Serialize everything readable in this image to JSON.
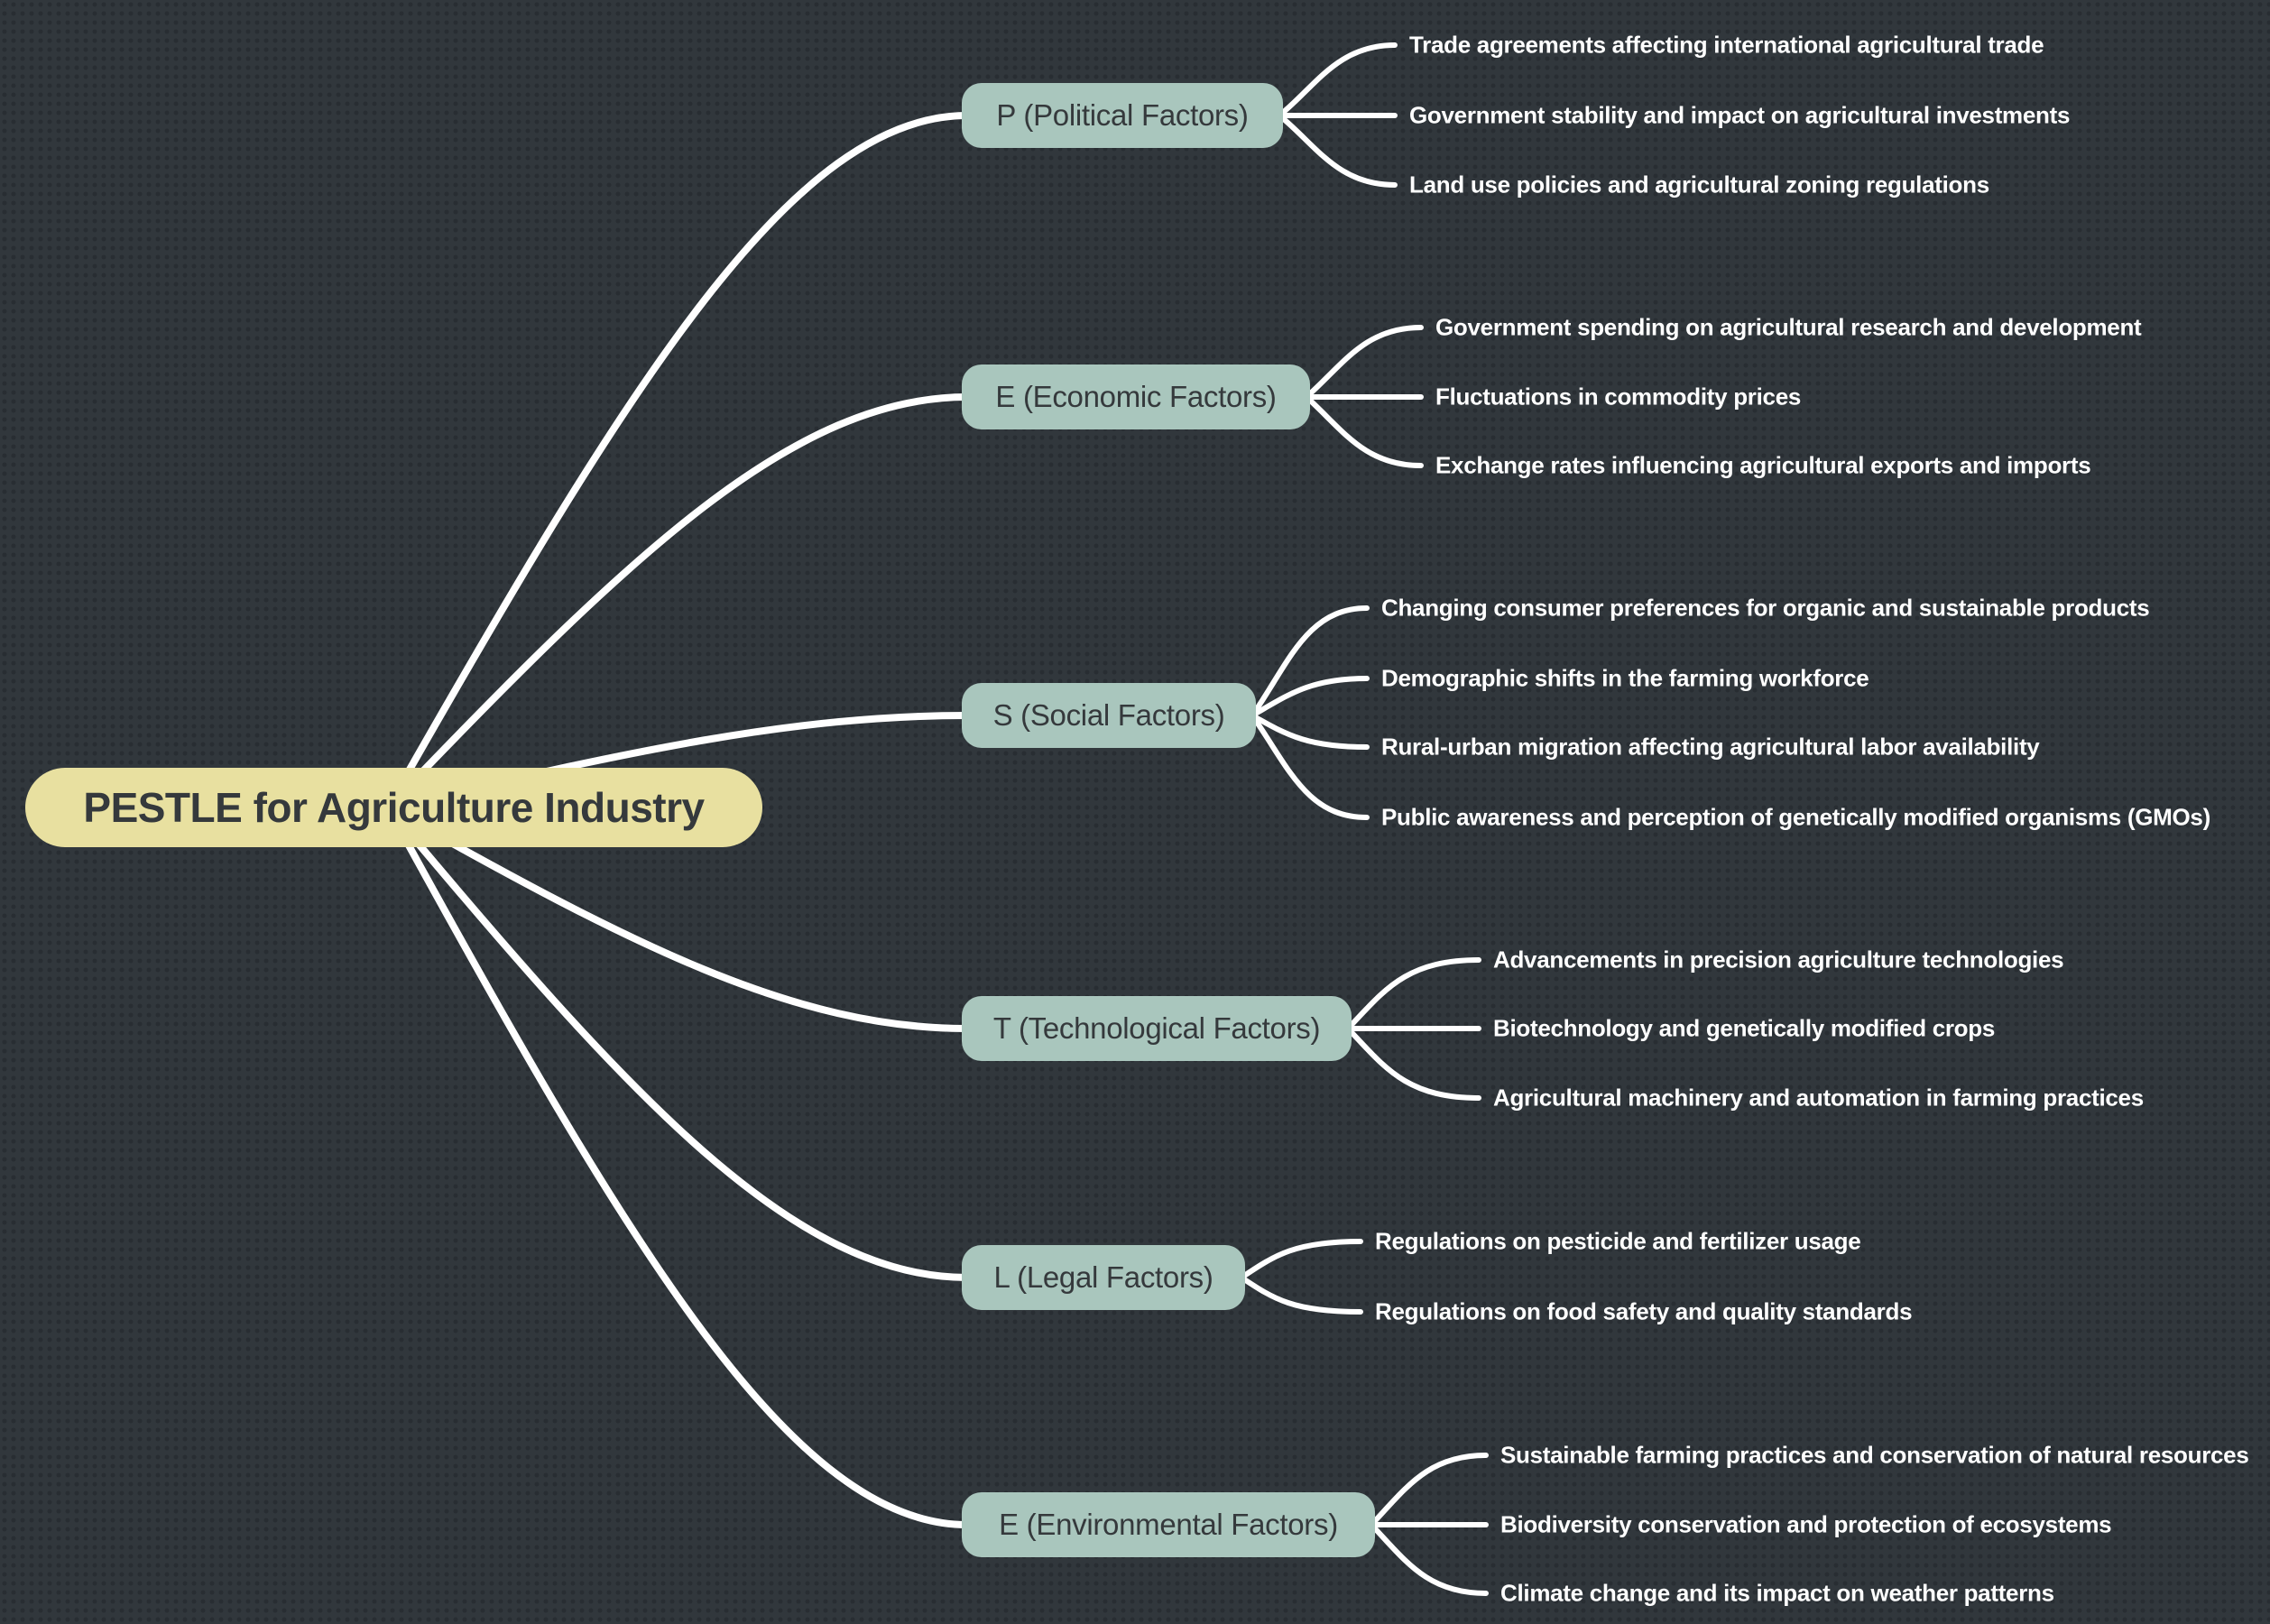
{
  "root": {
    "label": "PESTLE for Agriculture Industry"
  },
  "branches": [
    {
      "id": "political",
      "label": "P (Political Factors)",
      "children": [
        "Trade agreements affecting international agricultural trade",
        "Government stability and impact on agricultural investments",
        "Land use policies and agricultural zoning regulations"
      ]
    },
    {
      "id": "economic",
      "label": "E (Economic Factors)",
      "children": [
        "Government spending on agricultural research and development",
        "Fluctuations in commodity prices",
        "Exchange rates influencing agricultural exports and imports"
      ]
    },
    {
      "id": "social",
      "label": "S (Social Factors)",
      "children": [
        "Changing consumer preferences for organic and sustainable products",
        "Demographic shifts in the farming workforce",
        "Rural-urban migration affecting agricultural labor availability",
        "Public awareness and perception of genetically modified organisms (GMOs)"
      ]
    },
    {
      "id": "technological",
      "label": "T (Technological Factors)",
      "children": [
        "Advancements in precision agriculture technologies",
        "Biotechnology and genetically modified crops",
        "Agricultural machinery and automation in farming practices"
      ]
    },
    {
      "id": "legal",
      "label": "L (Legal Factors)",
      "children": [
        "Regulations on pesticide and fertilizer usage",
        "Regulations on food safety and quality standards"
      ]
    },
    {
      "id": "environmental",
      "label": "E (Environmental Factors)",
      "children": [
        "Sustainable farming practices and conservation of natural resources",
        "Biodiversity conservation and protection of ecosystems",
        "Climate change and its impact on weather patterns"
      ]
    }
  ],
  "colors": {
    "background": "#31373c",
    "dot": "#282d32",
    "line": "#ffffff",
    "root_fill": "#e8e0a0",
    "root_text": "#35393c",
    "node_fill": "#a9c6bd",
    "node_text": "#35393c",
    "leaf_text": "#ffffff"
  }
}
